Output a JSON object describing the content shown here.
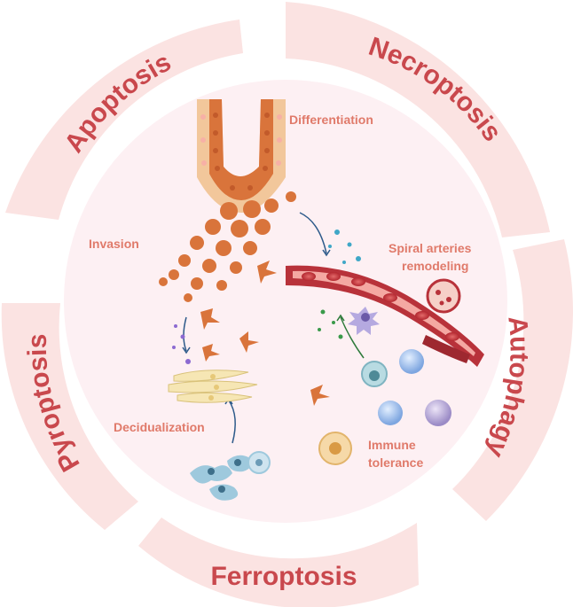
{
  "ring_labels": {
    "apoptosis": "Apoptosis",
    "necroptosis": "Necroptosis",
    "autophagy": "Autophagy",
    "ferroptosis": "Ferroptosis",
    "pyroptosis": "Pyroptosis"
  },
  "process_labels": {
    "differentiation": "Differentiation",
    "invasion": "Invasion",
    "spiral_line1": "Spiral arteries",
    "spiral_line2": "remodeling",
    "decidualization": "Decidualization",
    "immune_line1": "Immune",
    "immune_line2": "tolerance"
  },
  "colors": {
    "ring_fill": "#fbe3e2",
    "inner_fill": "#fdf0f3",
    "label": "#c9484d",
    "process_label": "#e07a6a",
    "trophoblast": "#d9743b",
    "decidual": "#f6e6b4",
    "vessel": "#b8323a",
    "immune_blue": "#8db6ea"
  }
}
